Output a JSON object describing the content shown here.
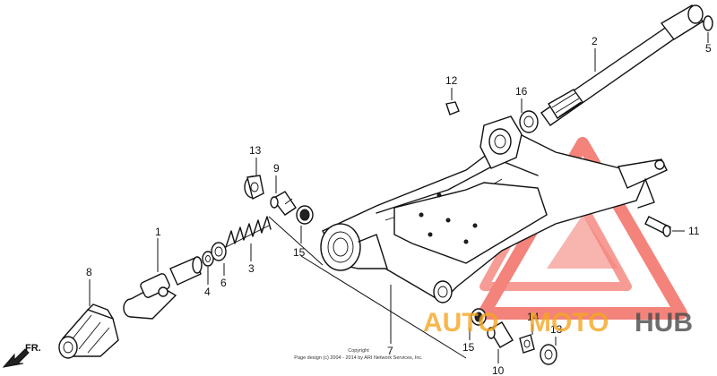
{
  "callouts": {
    "c1": "1",
    "c2": "2",
    "c3": "3",
    "c4": "4",
    "c5": "5",
    "c6": "6",
    "c7": "7",
    "c8": "8",
    "c9": "9",
    "c10": "10",
    "c11": "11",
    "c12": "12",
    "c13a": "13",
    "c13b": "13",
    "c14": "14",
    "c15a": "15",
    "c15b": "15",
    "c16": "16"
  },
  "direction_label": "FR.",
  "copyright": {
    "line1": "Copyright",
    "line2": "Page design (c) 2004 - 2014 by ARI Network Services, Inc."
  },
  "watermark": {
    "word_a": "AUTO",
    "word_b": "MOTO",
    "word_c": "HUB",
    "color_primary": "#f05a4f",
    "color_secondary": "#f5a623",
    "color_dark": "#4a4a4a"
  }
}
